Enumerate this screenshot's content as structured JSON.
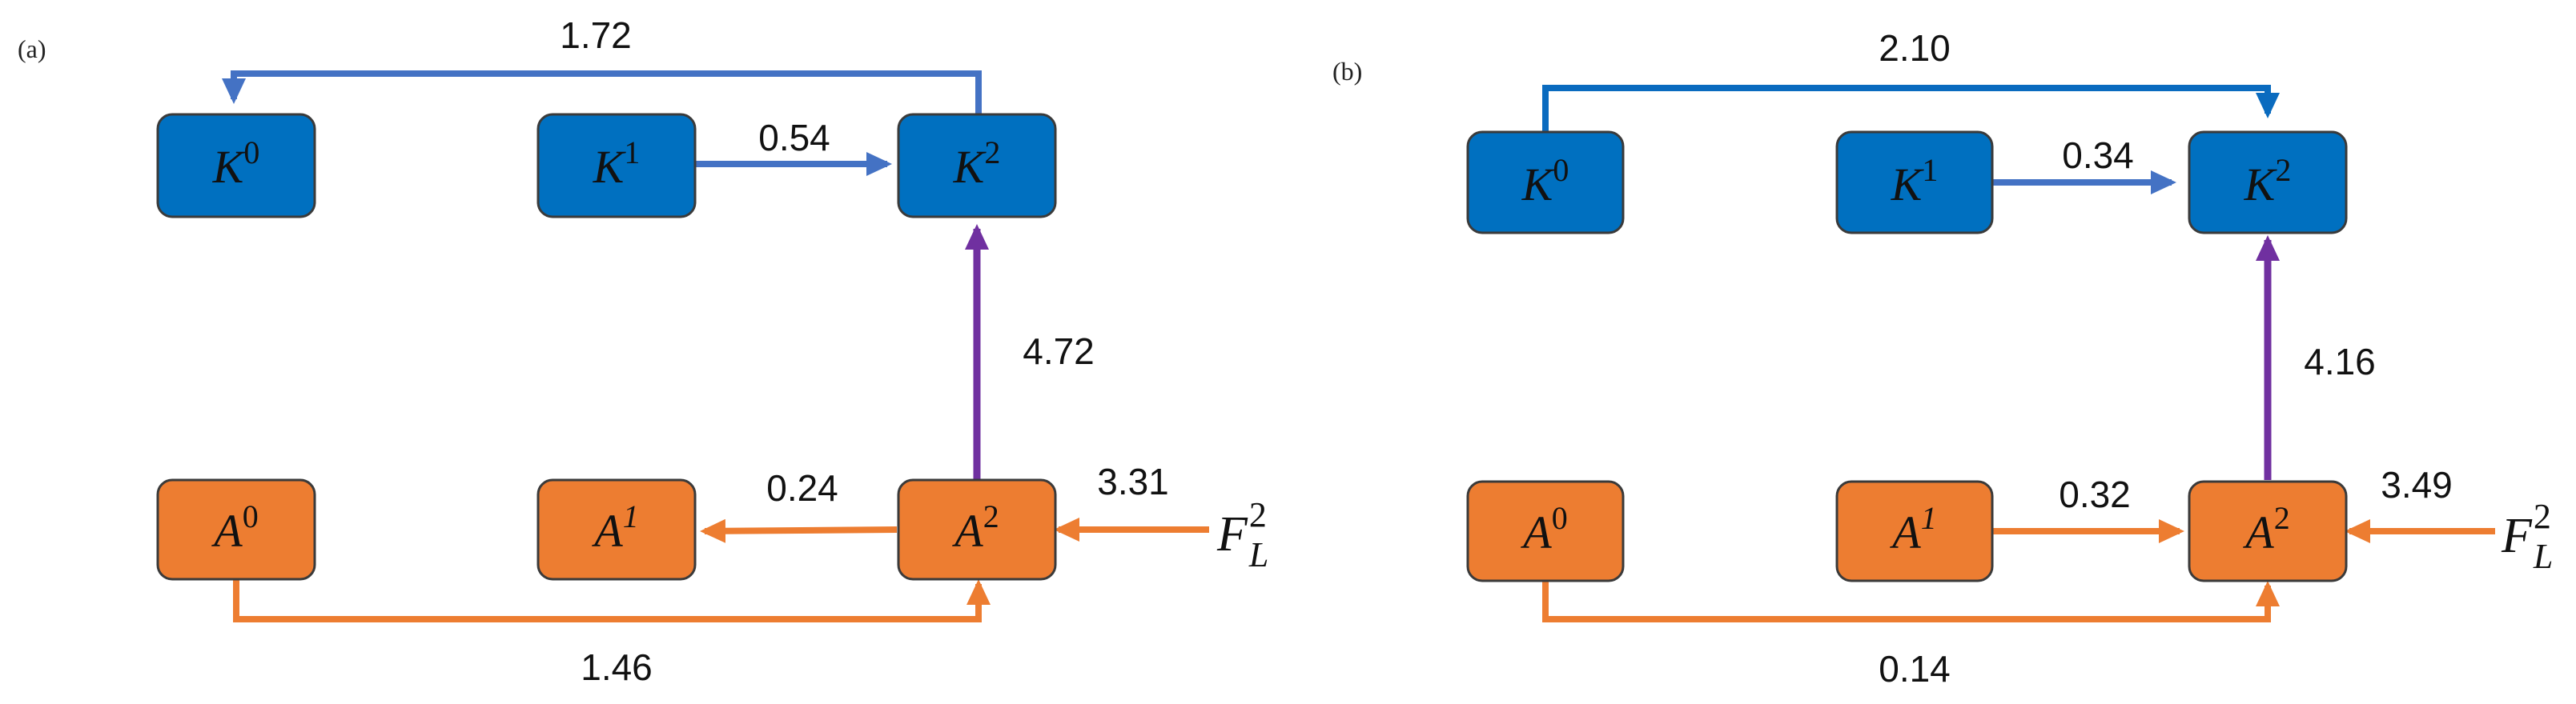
{
  "panels": [
    {
      "label": "(a)",
      "nodes": {
        "K0": {
          "base": "K",
          "sup": "0"
        },
        "K1": {
          "base": "K",
          "sup": "1"
        },
        "K2": {
          "base": "K",
          "sup": "2"
        },
        "A0": {
          "base": "A",
          "sup": "0"
        },
        "A1": {
          "base": "A",
          "sup": "1"
        },
        "A2": {
          "base": "A",
          "sup": "2"
        }
      },
      "edges": {
        "top_loop": "1.72",
        "k1_k2": "0.54",
        "a2_k2": "4.72",
        "a_middle": "0.24",
        "ext_a2": "3.31",
        "bottom_loop": "1.46"
      },
      "external": {
        "base": "F",
        "sub": "L",
        "sup": "2"
      }
    },
    {
      "label": "(b)",
      "nodes": {
        "K0": {
          "base": "K",
          "sup": "0"
        },
        "K1": {
          "base": "K",
          "sup": "1"
        },
        "K2": {
          "base": "K",
          "sup": "2"
        },
        "A0": {
          "base": "A",
          "sup": "0"
        },
        "A1": {
          "base": "A",
          "sup": "1"
        },
        "A2": {
          "base": "A",
          "sup": "2"
        }
      },
      "edges": {
        "top_loop": "2.10",
        "k1_k2": "0.34",
        "a2_k2": "4.16",
        "a_middle": "0.32",
        "ext_a2": "3.49",
        "bottom_loop": "0.14"
      },
      "external": {
        "base": "F",
        "sub": "L",
        "sup": "2"
      }
    }
  ],
  "colors": {
    "k_fill": "#0070c0",
    "k_arrow": "#4472c4",
    "a_fill": "#ed7d31",
    "a_arrow": "#ed7d31",
    "cross_arrow": "#7030a0",
    "node_border": "#3a3a3a"
  }
}
